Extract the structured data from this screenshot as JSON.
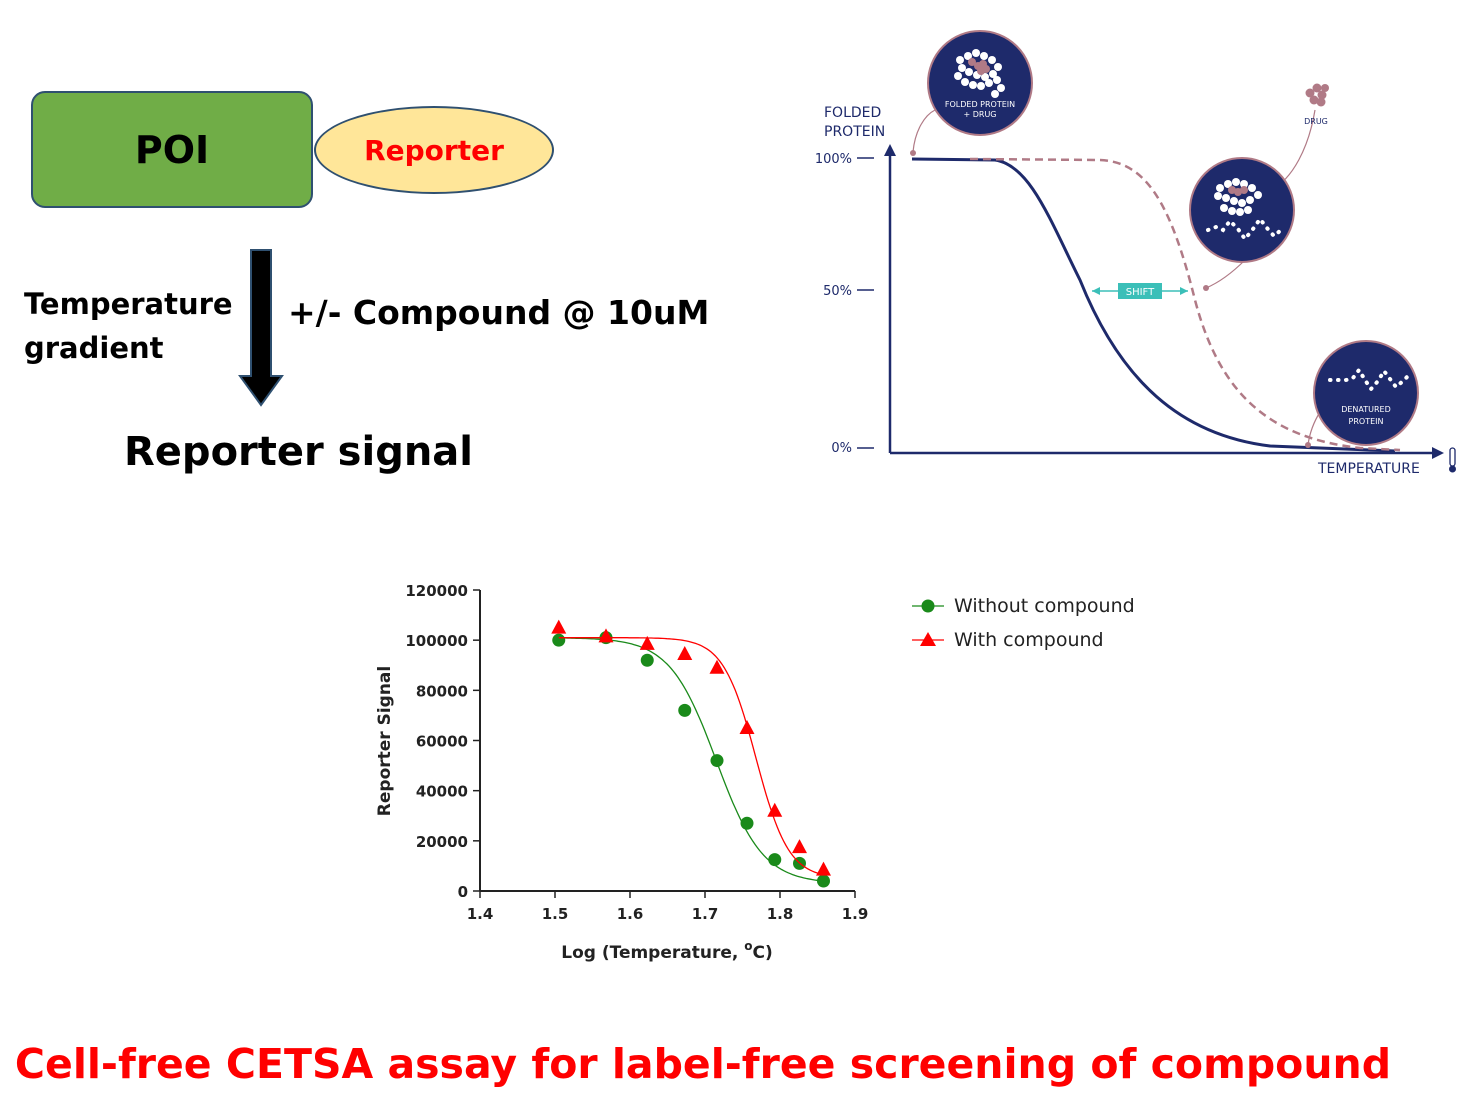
{
  "schematic": {
    "poi_label": "POI",
    "reporter_label": "Reporter",
    "temperature_label_line1": "Temperature",
    "temperature_label_line2": "gradient",
    "compound_label": "+/- Compound @ 10uM",
    "signal_label": "Reporter signal"
  },
  "illustration": {
    "y_title_line1": "FOLDED",
    "y_title_line2": "PROTEIN",
    "tick_100": "100%",
    "tick_50": "50%",
    "tick_0": "0%",
    "x_title": "TEMPERATURE",
    "shift_label": "SHIFT",
    "folded_drug_line1": "FOLDED PROTEIN",
    "folded_drug_line2": "+ DRUG",
    "drug_label": "DRUG",
    "denatured_line1": "DENATURED",
    "denatured_line2": "PROTEIN",
    "colors": {
      "navy": "#1e2a6b",
      "pink": "#b07a86",
      "teal": "#3bbfb8"
    }
  },
  "chart_data": {
    "type": "scatter",
    "xlabel": "Log (Temperature, °C)",
    "xlabel_main": "Log (Temperature, ",
    "xlabel_sup": "o",
    "xlabel_end": "C)",
    "ylabel": "Reporter Signal",
    "xlim": [
      1.4,
      1.9
    ],
    "ylim": [
      0,
      120000
    ],
    "x_ticks": [
      "1.4",
      "1.5",
      "1.6",
      "1.7",
      "1.8",
      "1.9"
    ],
    "y_ticks": [
      "0",
      "20000",
      "40000",
      "60000",
      "80000",
      "100000",
      "120000"
    ],
    "legend_position": "right",
    "series": [
      {
        "name": "Without compound",
        "color": "#1a8a1a",
        "marker": "circle",
        "x": [
          1.505,
          1.568,
          1.623,
          1.673,
          1.716,
          1.756,
          1.793,
          1.826,
          1.858
        ],
        "y": [
          100000,
          101000,
          92000,
          72000,
          52000,
          27000,
          12500,
          11000,
          4000
        ],
        "fit": {
          "top": 101000,
          "bottom": 3000,
          "mid": 1.715,
          "slope": 14
        }
      },
      {
        "name": "With compound",
        "color": "#ff0000",
        "marker": "triangle",
        "x": [
          1.505,
          1.568,
          1.623,
          1.673,
          1.716,
          1.756,
          1.793,
          1.826,
          1.858
        ],
        "y": [
          105000,
          101500,
          98500,
          94500,
          89000,
          65000,
          32000,
          17500,
          8500
        ],
        "fit": {
          "top": 101000,
          "bottom": 5000,
          "mid": 1.768,
          "slope": 20
        }
      }
    ]
  },
  "footer": {
    "caption": "Cell-free CETSA assay for label-free screening of compound",
    "caption_color": "#ff0000"
  }
}
